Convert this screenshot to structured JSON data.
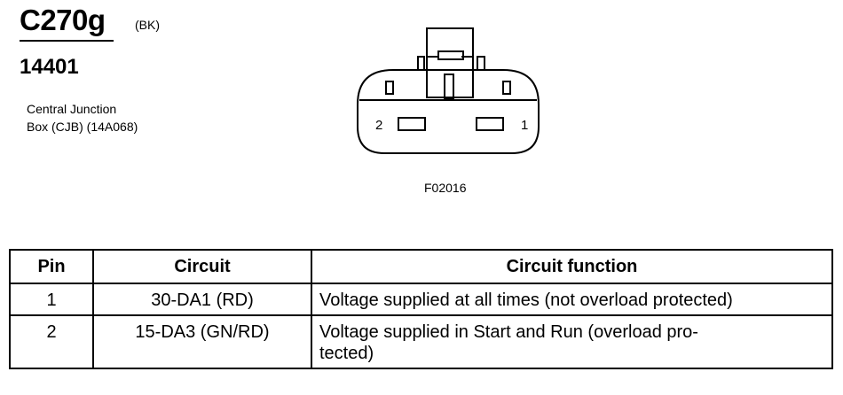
{
  "connector": {
    "id": "C270g",
    "color": "(BK)",
    "part_number": "14401",
    "location_line1": "Central Junction",
    "location_line2": "Box (CJB) (14A068)"
  },
  "diagram": {
    "pin_left": "2",
    "pin_right": "1",
    "figure_code": "F02016"
  },
  "table": {
    "headers": {
      "pin": "Pin",
      "circuit": "Circuit",
      "function": "Circuit function"
    },
    "rows": [
      {
        "pin": "1",
        "circuit": "30-DA1 (RD)",
        "function_line1": "Voltage supplied at all times (not overload protected)",
        "function_line2": ""
      },
      {
        "pin": "2",
        "circuit": "15-DA3 (GN/RD)",
        "function_line1": "Voltage supplied in Start and Run (overload pro-",
        "function_line2": "tected)"
      }
    ]
  }
}
